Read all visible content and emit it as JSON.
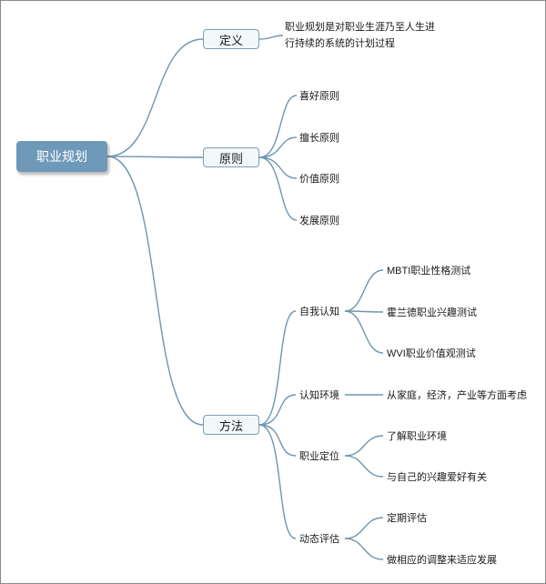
{
  "mindmap": {
    "root": "职业规划",
    "branches": {
      "definition": {
        "label": "定义",
        "text": "职业规划是对职业生涯乃至人生进行持续的系统的计划过程"
      },
      "principles": {
        "label": "原则",
        "items": [
          "喜好原则",
          "擅长原则",
          "价值原则",
          "发展原则"
        ]
      },
      "methods": {
        "label": "方法",
        "children": [
          {
            "label": "自我认知",
            "items": [
              "MBTI职业性格测试",
              "霍兰德职业兴趣测试",
              "WVI职业价值观测试"
            ]
          },
          {
            "label": "认知环境",
            "items": [
              "从家庭，经济，产业等方面考虑"
            ]
          },
          {
            "label": "职业定位",
            "items": [
              "了解职业环境",
              "与自己的兴趣爱好有关"
            ]
          },
          {
            "label": "动态评估",
            "items": [
              "定期评估",
              "做相应的调整来适应发展"
            ]
          }
        ]
      }
    }
  },
  "colors": {
    "line": "#6f96b0",
    "root_fill": "#6f99b9",
    "branch_fill": "#f2f7f9",
    "branch_border": "#7c9fb6"
  }
}
